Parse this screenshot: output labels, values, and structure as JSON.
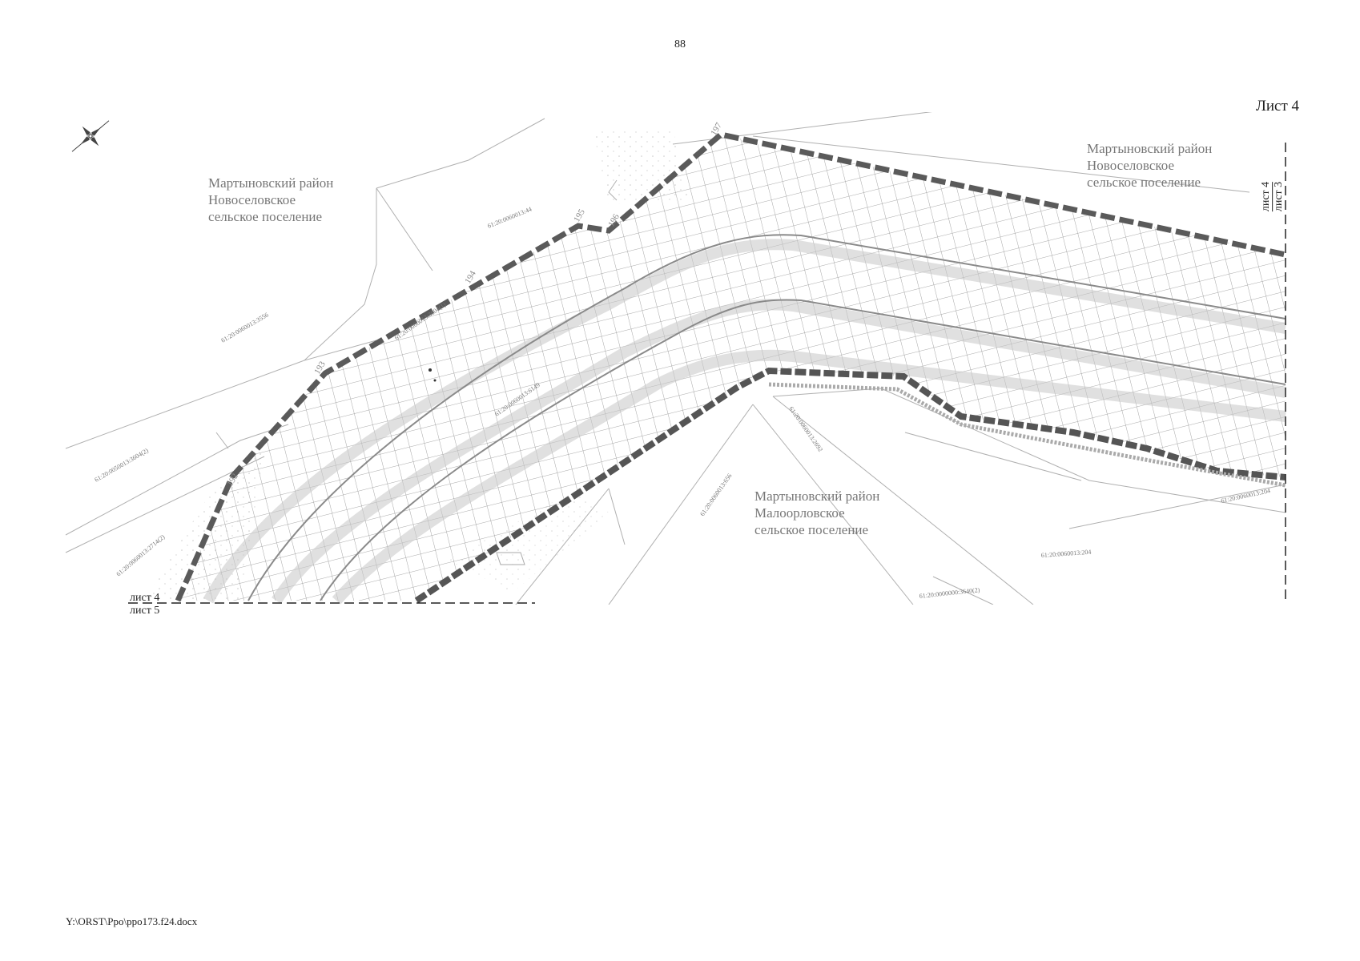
{
  "page": {
    "page_number": "88",
    "sheet_label": "Лист 4",
    "footer_path": "Y:\\ORST\\Ppo\\ppo173.f24.docx"
  },
  "map": {
    "regions": {
      "northwest": {
        "line1": "Мартыновский район",
        "line2": "Новоселовское",
        "line3": "сельское поселение"
      },
      "northeast": {
        "line1": "Мартыновский район",
        "line2": "Новоселовское",
        "line3": "сельское поселение"
      },
      "south": {
        "line1": "Мартыновский район",
        "line2": "Малоорловское",
        "line3": "сельское поселение"
      }
    },
    "sheet_marks": {
      "bottom_left": {
        "upper": "лист 4",
        "lower": "лист 5"
      },
      "right_edge": {
        "upper": "лист 4",
        "lower": "лист 3"
      }
    },
    "point_numbers": [
      "197",
      "195",
      "196",
      "194",
      "193",
      "192"
    ],
    "parcel_numbers": [
      "61:20:0060013:204",
      "61:20:0060013:204",
      "61:20:0000000:3640(2)",
      "61:20:0060013:2692",
      "61:20:0060013:656",
      "61:20:0060013:6149",
      "61:20:0060013:3604(1)",
      "61:20:0060013:3556",
      "61:20:0050013:3604(2)",
      "61:20:0060013:2714(2)",
      "61:20:0060013:44"
    ],
    "colors": {
      "zone_border": "#5a5a5a",
      "grid": "#8e8e8e",
      "linework": "#b0b0b0",
      "region_text": "#777777"
    },
    "icons": [
      "compass-rose-icon"
    ]
  }
}
